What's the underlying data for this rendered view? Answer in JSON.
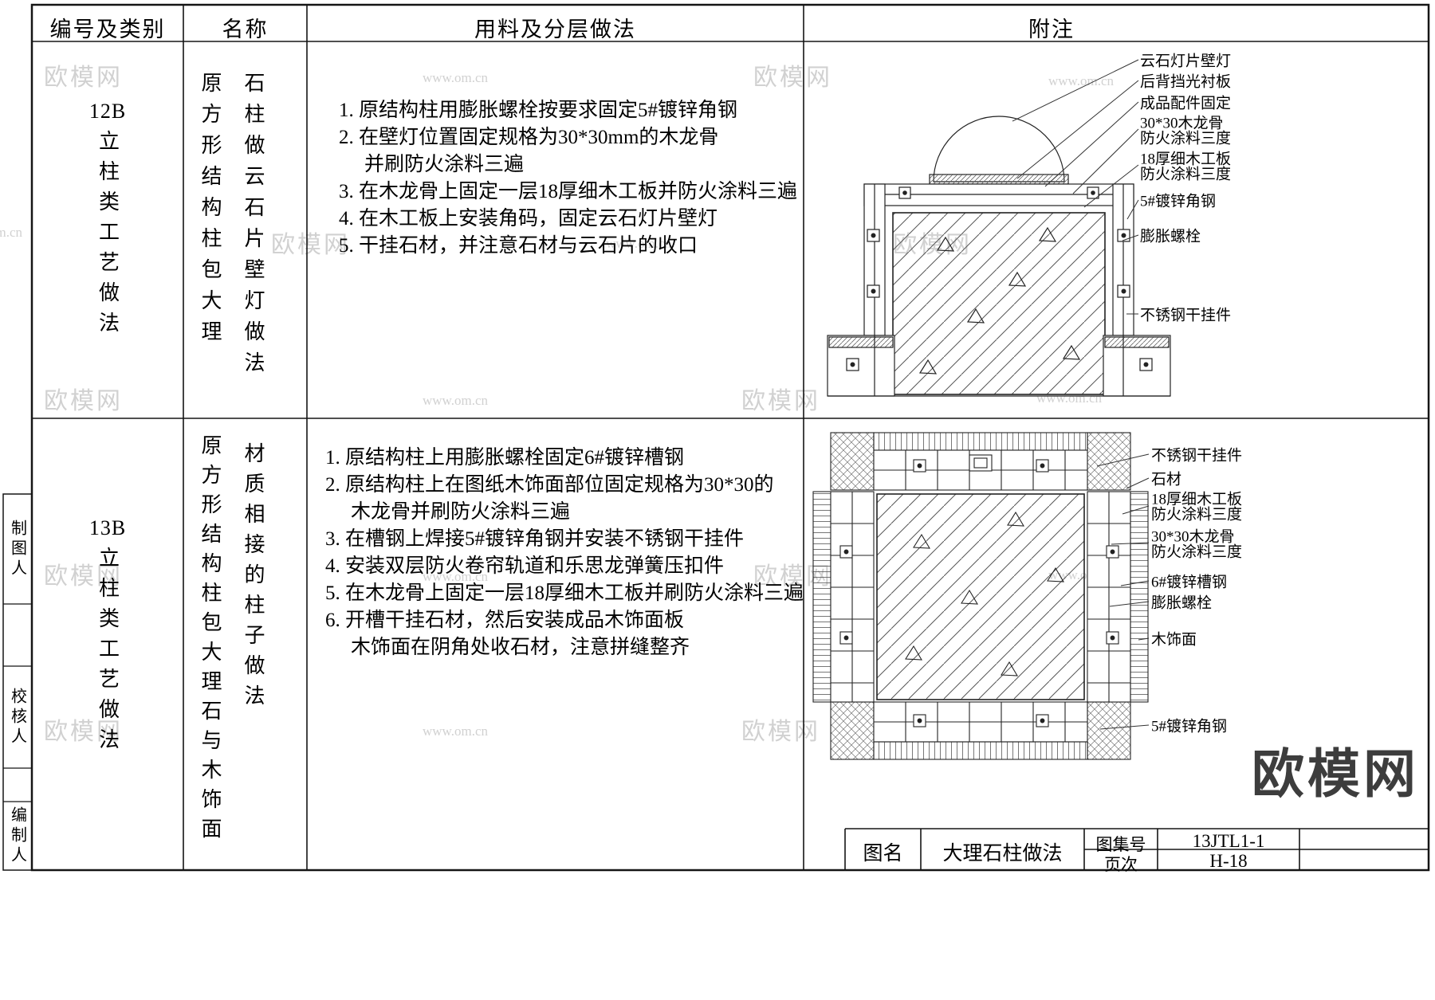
{
  "header": {
    "col_id": "编号及类别",
    "col_name": "名称",
    "col_method": "用料及分层做法",
    "col_note": "附注"
  },
  "rows": [
    {
      "id": "12B",
      "category": "立柱类工艺做法",
      "name_left": "原方形结构柱包大理",
      "name_right": "石柱做云石片壁灯做法",
      "steps": [
        "1. 原结构柱用膨胀螺栓按要求固定5#镀锌角钢",
        "2. 在壁灯位置固定规格为30*30mm的木龙骨",
        "并刷防火涂料三遍",
        "3. 在木龙骨上固定一层18厚细木工板并防火涂料三遍",
        "4. 在木工板上安装角码，固定云石灯片壁灯",
        "5. 干挂石材，并注意石材与云石片的收口"
      ],
      "callouts": [
        "云石灯片壁灯",
        "后背挡光衬板",
        "成品配件固定",
        "30*30木龙骨",
        "防火涂料三度",
        "18厚细木工板",
        "防火涂料三度",
        "5#镀锌角钢",
        "膨胀螺栓",
        "不锈钢干挂件"
      ]
    },
    {
      "id": "13B",
      "category": "立柱类工艺做法",
      "name_left": "原方形结构柱包大理石与木饰面",
      "name_right": "材质相接的柱子做法",
      "steps": [
        "1. 原结构柱上用膨胀螺栓固定6#镀锌槽钢",
        "2. 原结构柱上在图纸木饰面部位固定规格为30*30的",
        "木龙骨并刷防火涂料三遍",
        "3. 在槽钢上焊接5#镀锌角钢并安装不锈钢干挂件",
        "4. 安装双层防火卷帘轨道和乐思龙弹簧压扣件",
        "5. 在木龙骨上固定一层18厚细木工板并刷防火涂料三遍",
        "6. 开槽干挂石材，然后安装成品木饰面板",
        "木饰面在阴角处收石材，注意拼缝整齐"
      ],
      "callouts": [
        "不锈钢干挂件",
        "石材",
        "18厚细木工板",
        "防火涂料三度",
        "30*30木龙骨",
        "防火涂料三度",
        "6#镀锌槽钢",
        "膨胀螺栓",
        "木饰面",
        "5#镀锌角钢"
      ]
    }
  ],
  "title_block": {
    "name_label": "图名",
    "drawing_name": "大理石柱做法",
    "set_label": "图集号",
    "set_no": "13JTL1-1",
    "page_label": "页次",
    "page_no": "H-18"
  },
  "side_labels": [
    "制图人",
    "校核人",
    "编制人"
  ],
  "watermark": {
    "brand": "欧模网",
    "url": "www.om.cn",
    "partial": "om.cn"
  }
}
